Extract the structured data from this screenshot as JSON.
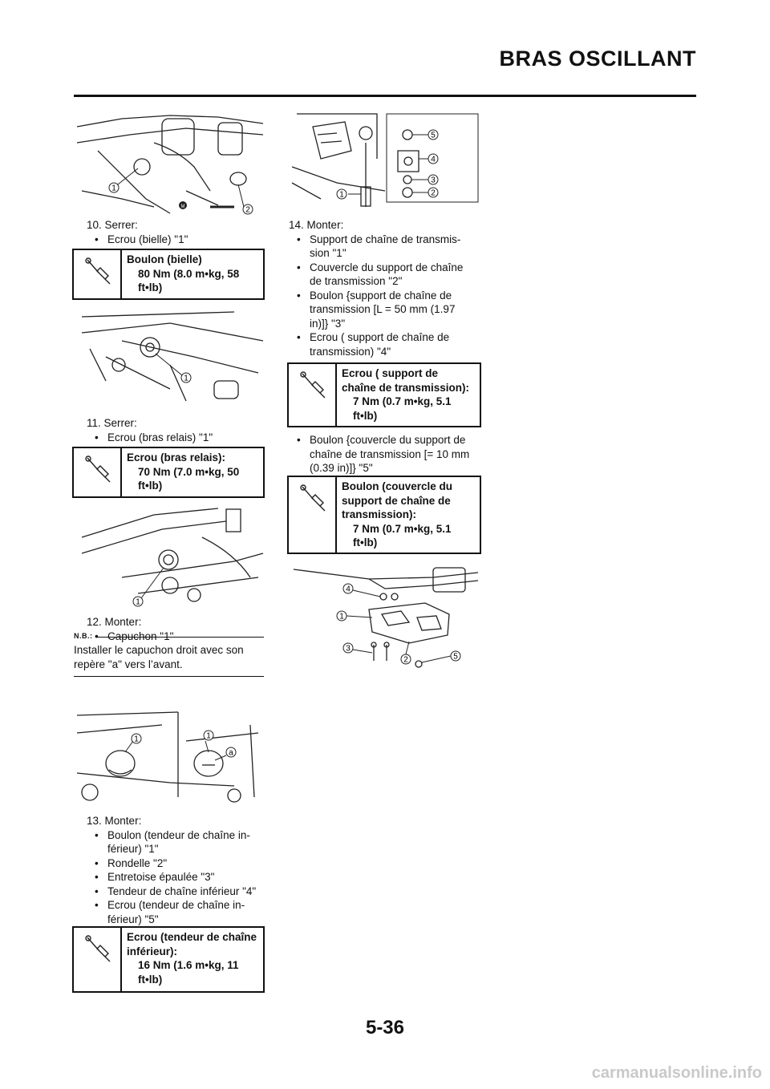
{
  "header": {
    "title": "BRAS OSCILLANT"
  },
  "figures": {
    "fig1": {
      "callouts": [
        "1",
        "2"
      ],
      "marker": "M"
    },
    "fig2": {
      "callouts": [
        "1"
      ]
    },
    "fig3": {
      "callouts": [
        "1"
      ]
    },
    "fig4": {
      "callouts": [
        "1",
        "1",
        "a"
      ]
    },
    "fig5": {
      "callouts": [
        "1",
        "5",
        "4",
        "3",
        "2"
      ]
    },
    "fig6": {
      "callouts": [
        "4",
        "1",
        "3",
        "2",
        "5"
      ]
    }
  },
  "steps": {
    "s10": {
      "num": "10.",
      "title": "Serrer:",
      "items": [
        "Ecrou (bielle) \"1\""
      ]
    },
    "s11": {
      "num": "11.",
      "title": "Serrer:",
      "items": [
        "Ecrou (bras relais) \"1\""
      ]
    },
    "s12": {
      "num": "12.",
      "title": "Monter:",
      "items": [
        "Capuchon \"1\""
      ]
    },
    "s13": {
      "num": "13.",
      "title": "Monter:",
      "items": [
        [
          "Boulon (tendeur de chaîne in-",
          "férieur) \"1\""
        ],
        [
          "Rondelle \"2\""
        ],
        [
          "Entretoise épaulée \"3\""
        ],
        [
          "Tendeur de chaîne inférieur \"4\""
        ],
        [
          "Ecrou (tendeur de chaîne in-",
          "férieur) \"5\""
        ]
      ]
    },
    "s14": {
      "num": "14.",
      "title": "Monter:",
      "items": [
        [
          "Support de chaîne de transmis-",
          "sion \"1\""
        ],
        [
          "Couvercle du support de chaîne",
          "de transmission \"2\""
        ],
        [
          "Boulon {support de chaîne de",
          "transmission [L = 50 mm (1.97",
          "in)]} \"3\""
        ],
        [
          "Ecrou ( support de chaîne de",
          "transmission) \"4\""
        ]
      ]
    },
    "s14b": {
      "items": [
        [
          "Boulon {couvercle du support de",
          "chaîne de transmission [= 10 mm",
          "(0.39 in)]} \"5\""
        ]
      ]
    }
  },
  "specs": {
    "spec1": {
      "label": "Boulon (bielle)",
      "value": [
        "80 Nm (8.0 m•kg, 58",
        "ft•lb)"
      ]
    },
    "spec2": {
      "label": "Ecrou (bras relais):",
      "value": [
        "70 Nm (7.0 m•kg, 50",
        "ft•lb)"
      ]
    },
    "spec3": {
      "label": "Ecrou (tendeur de chaîne inférieur):",
      "label_lines": [
        "Ecrou (tendeur de chaîne",
        "inférieur):"
      ],
      "value": [
        "16 Nm (1.6 m•kg, 11",
        "ft•lb)"
      ]
    },
    "spec4": {
      "label_lines": [
        "Ecrou ( support de",
        "chaîne de transmission):"
      ],
      "value": [
        "7 Nm (0.7 m•kg, 5.1",
        "ft•lb)"
      ]
    },
    "spec5": {
      "label_lines": [
        "Boulon (couvercle du",
        "support de chaîne de",
        "transmission):"
      ],
      "value": [
        "7 Nm (0.7 m•kg, 5.1",
        "ft•lb)"
      ]
    }
  },
  "note": {
    "label": "N.B.:",
    "text": [
      "Installer le capuchon droit avec son",
      "repère \"a\" vers l’avant."
    ]
  },
  "page_number": "5-36",
  "watermark": "carmanualsonline.info"
}
